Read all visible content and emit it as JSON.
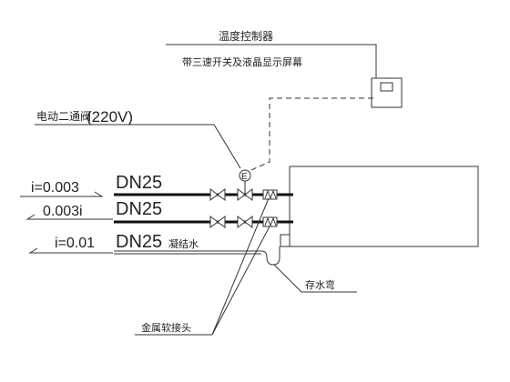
{
  "labels": {
    "thermostat": "温度控制器",
    "thermostat_desc": "带三速开关及液晶显示屏幕",
    "valve_label": "电动二通阀",
    "valve_voltage": "(220V)",
    "valve_symbol": "E",
    "slope_supply": "i=0.003",
    "slope_return": "0.003i",
    "slope_condensate": "i=0.01",
    "pipe_supply": "DN25",
    "pipe_return": "DN25",
    "pipe_condensate": "DN25",
    "condensate_note": "凝结水",
    "water_trap": "存水弯",
    "flex_joint": "金属软接头"
  }
}
